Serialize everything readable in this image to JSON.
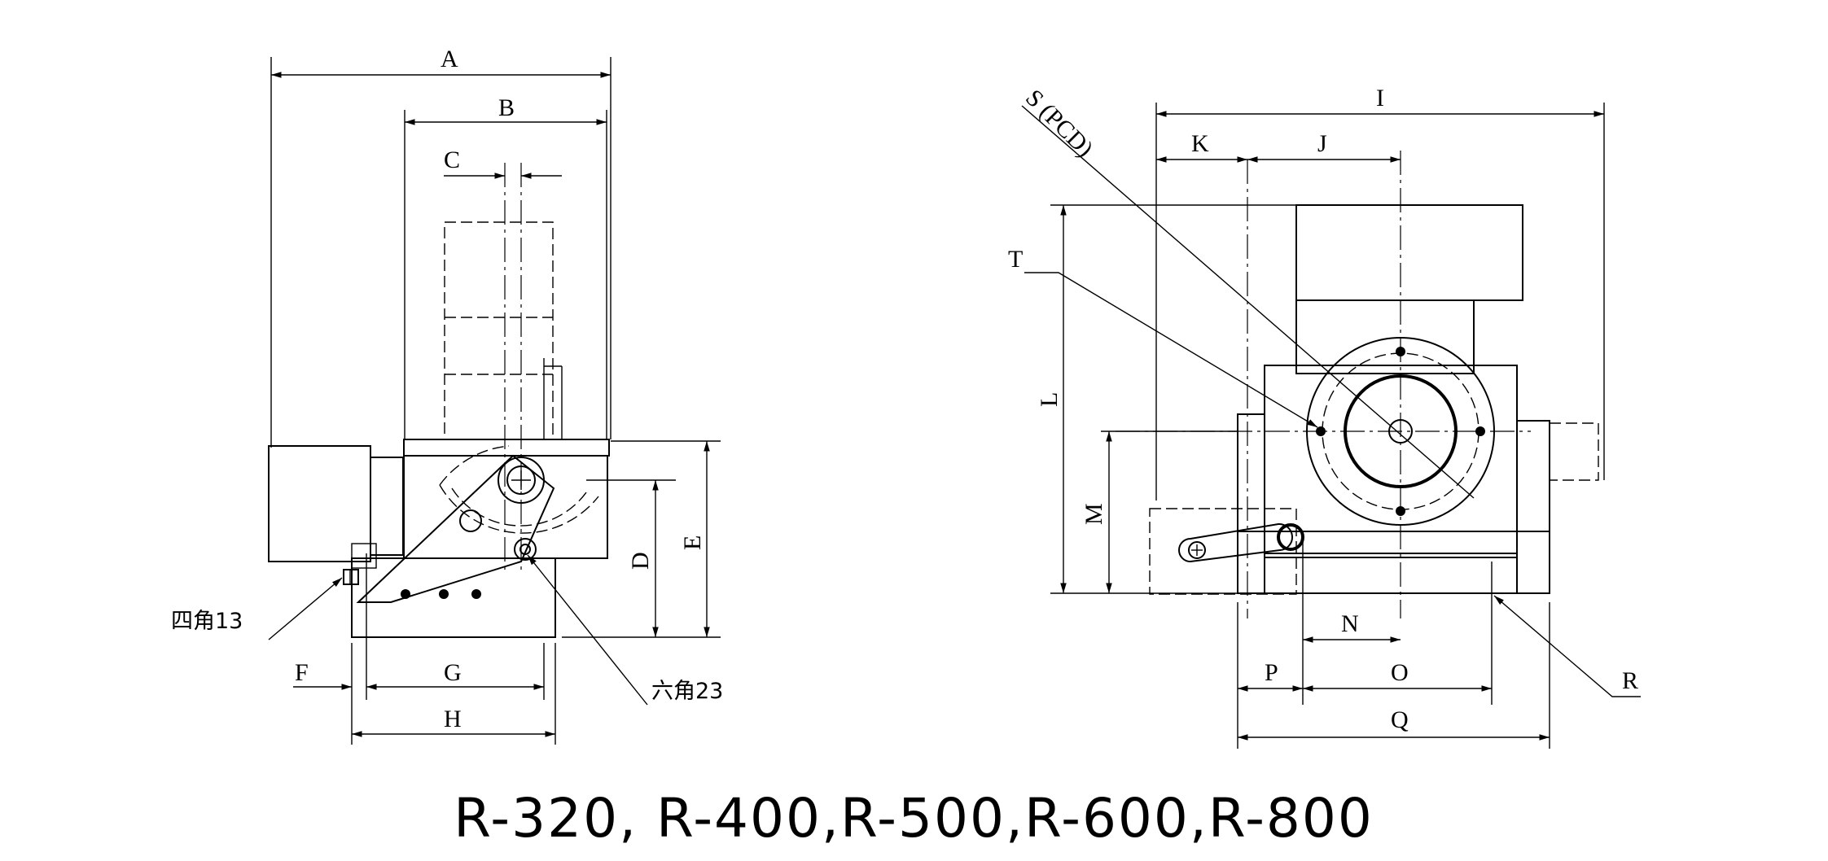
{
  "diagram": {
    "dimension_labels": {
      "A": "A",
      "B": "B",
      "C": "C",
      "D": "D",
      "E": "E",
      "F": "F",
      "G": "G",
      "H": "H",
      "I": "I",
      "J": "J",
      "K": "K",
      "L": "L",
      "M": "M",
      "N": "N",
      "O": "O",
      "P": "P",
      "Q": "Q",
      "R": "R",
      "S": "S (PCD)",
      "T": "T"
    },
    "callouts": {
      "square_13": "四角13",
      "hex_23": "六角23"
    },
    "caption": "R-320, R-400,R-500,R-600,R-800"
  }
}
